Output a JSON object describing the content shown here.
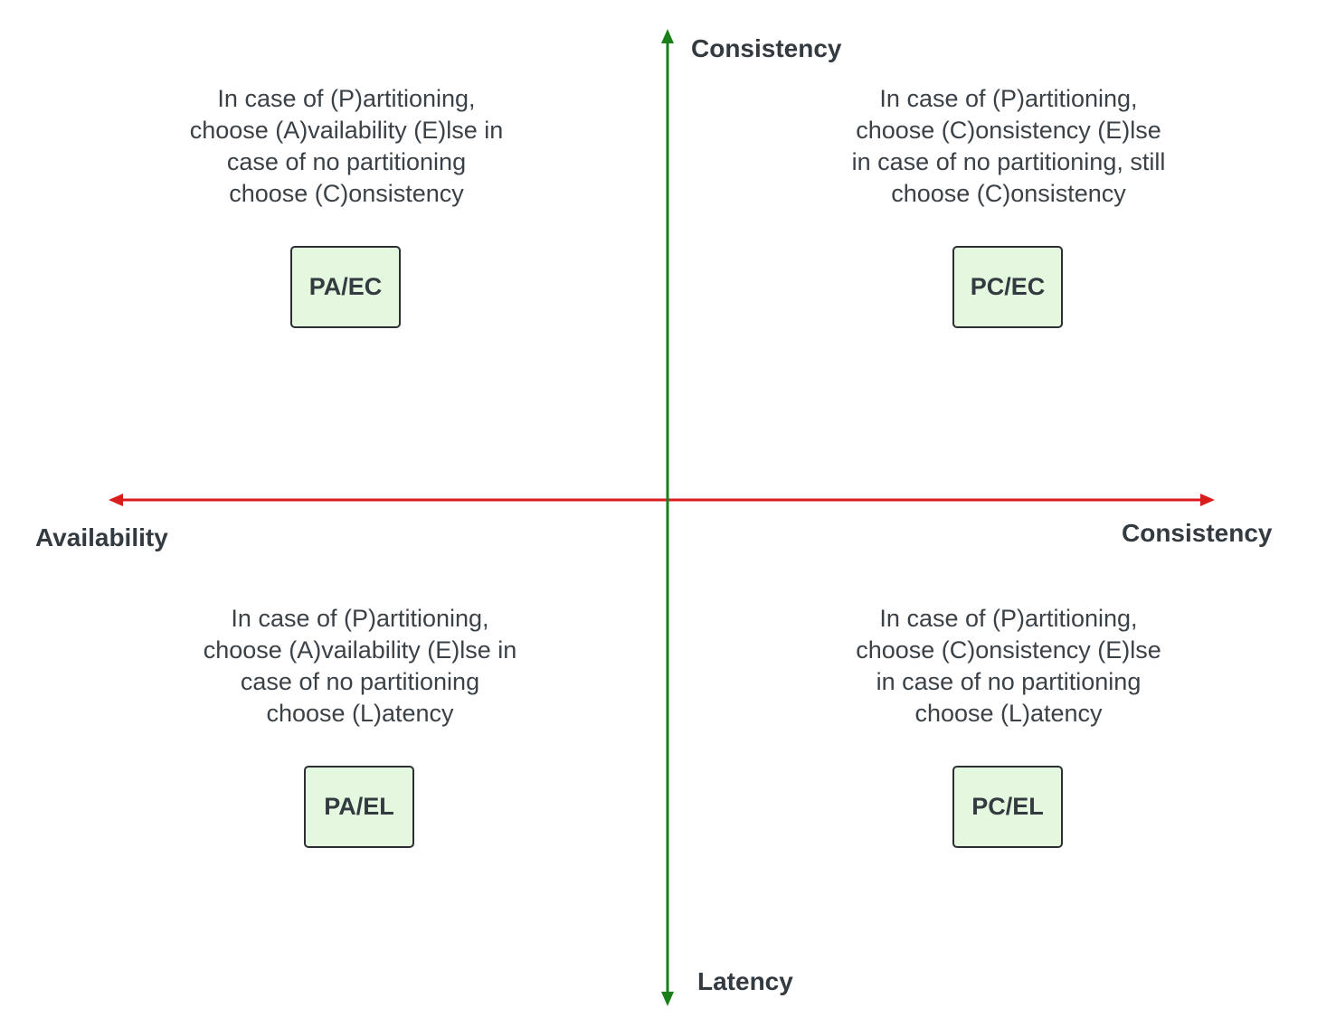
{
  "axes": {
    "top_label": "Consistency",
    "bottom_label": "Latency",
    "left_label": "Availability",
    "right_label": "Consistency",
    "vertical_color": "#1a7f1a",
    "horizontal_color": "#d91c1c"
  },
  "quadrants": {
    "top_left": {
      "lines": [
        "In case of (P)artitioning,",
        "choose (A)vailability (E)lse in",
        "case of no partitioning",
        "choose (C)onsistency"
      ],
      "box": "PA/EC"
    },
    "top_right": {
      "lines": [
        "In case of (P)artitioning,",
        "choose (C)onsistency (E)lse",
        "in case of no partitioning, still",
        "choose (C)onsistency"
      ],
      "box": "PC/EC"
    },
    "bottom_left": {
      "lines": [
        "In case of (P)artitioning,",
        "choose (A)vailability (E)lse in",
        "case of no partitioning",
        "choose (L)atency"
      ],
      "box": "PA/EL"
    },
    "bottom_right": {
      "lines": [
        "In case of (P)artitioning,",
        "choose (C)onsistency (E)lse",
        "in case of no partitioning",
        "choose (L)atency"
      ],
      "box": "PC/EL"
    }
  },
  "box_fill": "#e3f8df"
}
